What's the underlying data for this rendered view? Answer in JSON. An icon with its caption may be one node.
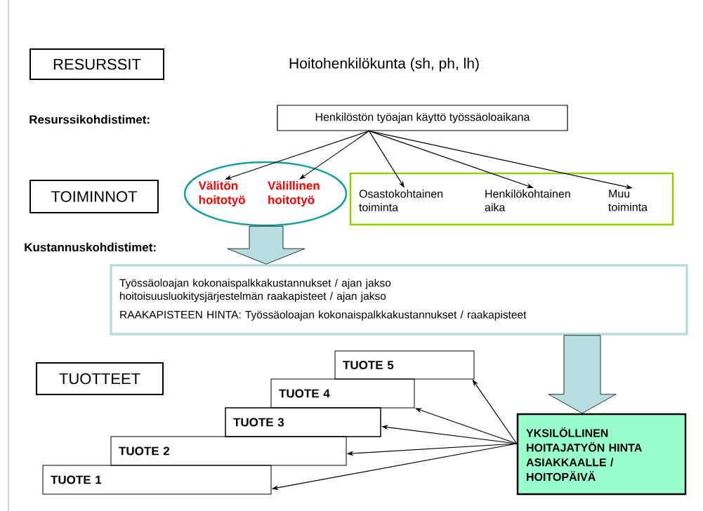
{
  "diagram": {
    "nodes": [
      {
        "text": [
          "RESURSSIT"
        ]
      },
      {
        "text": [
          "Henkilöstön työajan käyttö työssäoloaikana"
        ]
      },
      {
        "text": [
          "TOIMINNOT"
        ]
      },
      {
        "text": [],
        "shape": "ellipse"
      },
      {
        "text": [
          "Välitön hoitotyö"
        ],
        "in": 3
      },
      {
        "text": [
          "Välillinen hoitotyö"
        ],
        "in": 3
      },
      {
        "text": [],
        "shape": "box"
      },
      {
        "text": [
          "Osastokohtainen toiminta"
        ],
        "in": 6
      },
      {
        "text": [
          "Henkilökohtainen aika"
        ],
        "in": 6
      },
      {
        "text": [
          "Muu toiminta"
        ],
        "in": 6
      },
      {
        "text": [
          "Työssäoloajan kokonaispalkkakustannukset / ajan jakso",
          "hoitoisuusluokitysjärjestelmän raakapisteet / ajan jakso",
          "RAAKAPISTEEN HINTA: Työssäoloajan kokonaispalkkakustannukset / raakapisteet"
        ]
      },
      {
        "text": [
          "TUOTTEET"
        ]
      },
      {
        "text": [
          "TUOTE 5"
        ]
      },
      {
        "text": [
          "TUOTE 4"
        ]
      },
      {
        "text": [
          "TUOTE 3"
        ]
      },
      {
        "text": [
          "TUOTE 2"
        ]
      },
      {
        "text": [
          "TUOTE 1"
        ]
      },
      {
        "text": [
          "YKSILÖLLINEN HOITAJATYÖN HINTA ASIAKKAALLE / HOITOPÄIVÄ"
        ]
      }
    ],
    "edges": [
      {
        "from": 1,
        "to": 4,
        "arrow": "to"
      },
      {
        "from": 1,
        "to": 5,
        "arrow": "to"
      },
      {
        "from": 1,
        "to": 7,
        "arrow": "to"
      },
      {
        "from": 1,
        "to": 8,
        "arrow": "to"
      },
      {
        "from": 1,
        "to": 9,
        "arrow": "to"
      },
      {
        "from": 3,
        "to": 10,
        "arrow": "to",
        "style": "thick",
        "color": "#b7dde0"
      },
      {
        "from": 10,
        "to": 17,
        "arrow": "to",
        "style": "thick",
        "color": "#b7dde0"
      },
      {
        "from": 17,
        "to": 12,
        "arrow": "to"
      },
      {
        "from": 17,
        "to": 13,
        "arrow": "to"
      },
      {
        "from": 17,
        "to": 14,
        "arrow": "to"
      },
      {
        "from": 17,
        "to": 15,
        "arrow": "to"
      },
      {
        "from": 17,
        "to": 16,
        "arrow": "to"
      }
    ],
    "labels": [
      "Hoitohenkilökunta (sh, ph, lh)",
      "Resurssikohdistimet:",
      "Kustannuskohdistimet:"
    ]
  }
}
